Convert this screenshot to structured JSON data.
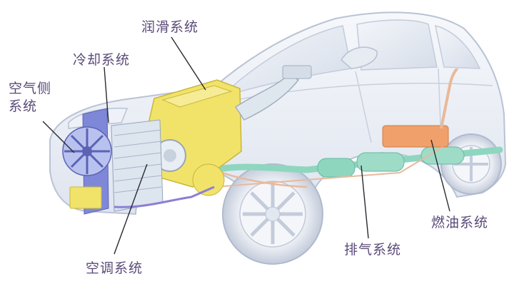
{
  "colors": {
    "label_text": "#5a4a78",
    "leader_line": "#2a2a33",
    "car_body": "#eef1f6",
    "car_outline": "#b7c1d3",
    "engine_yellow": "#f1e36a",
    "radiator_blue": "#7f88d8",
    "exhaust_green": "#8fd6bf",
    "fuel_tank_orange": "#f0a06a"
  },
  "labels": {
    "lubrication": "润滑系统",
    "cooling": "冷却系统",
    "air_side_line1": "空气侧",
    "air_side_line2": "系统",
    "air_conditioning": "空调系统",
    "exhaust": "排气系统",
    "fuel": "燃油系统"
  }
}
